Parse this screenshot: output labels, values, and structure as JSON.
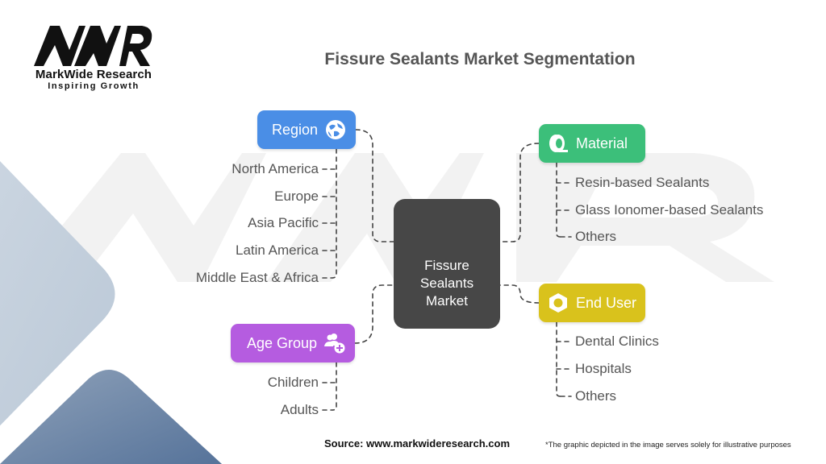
{
  "logo": {
    "mark": "MWR",
    "name": "MarkWide Research",
    "tagline": "Inspiring Growth"
  },
  "title": "Fissure Sealants Market Segmentation",
  "center": {
    "lines": [
      "Fissure",
      "Sealants",
      "Market"
    ]
  },
  "segments": {
    "region": {
      "label": "Region",
      "icon": "globe-icon",
      "color": "#4a8ee6",
      "items": [
        "North America",
        "Europe",
        "Asia Pacific",
        "Latin America",
        "Middle East & Africa"
      ]
    },
    "material": {
      "label": "Material",
      "icon": "tape-roll-icon",
      "color": "#3cbf7a",
      "items": [
        "Resin-based Sealants",
        "Glass Ionomer-based Sealants",
        "Others"
      ]
    },
    "end_user": {
      "label": "End User",
      "icon": "hex-nut-icon",
      "color": "#d9c21c",
      "items": [
        "Dental Clinics",
        "Hospitals",
        "Others"
      ]
    },
    "age_group": {
      "label": "Age Group",
      "icon": "add-users-icon",
      "color": "#b55ce0",
      "items": [
        "Children",
        "Adults"
      ]
    }
  },
  "footer": {
    "source": "Source: www.markwideresearch.com",
    "disclaimer": "*The graphic depicted in the image serves solely for illustrative purposes"
  },
  "colors": {
    "center_box": "#474747",
    "text": "#555555",
    "background_shape_light": "#c2cedb",
    "background_shape_dark": "#5f7a9c"
  }
}
